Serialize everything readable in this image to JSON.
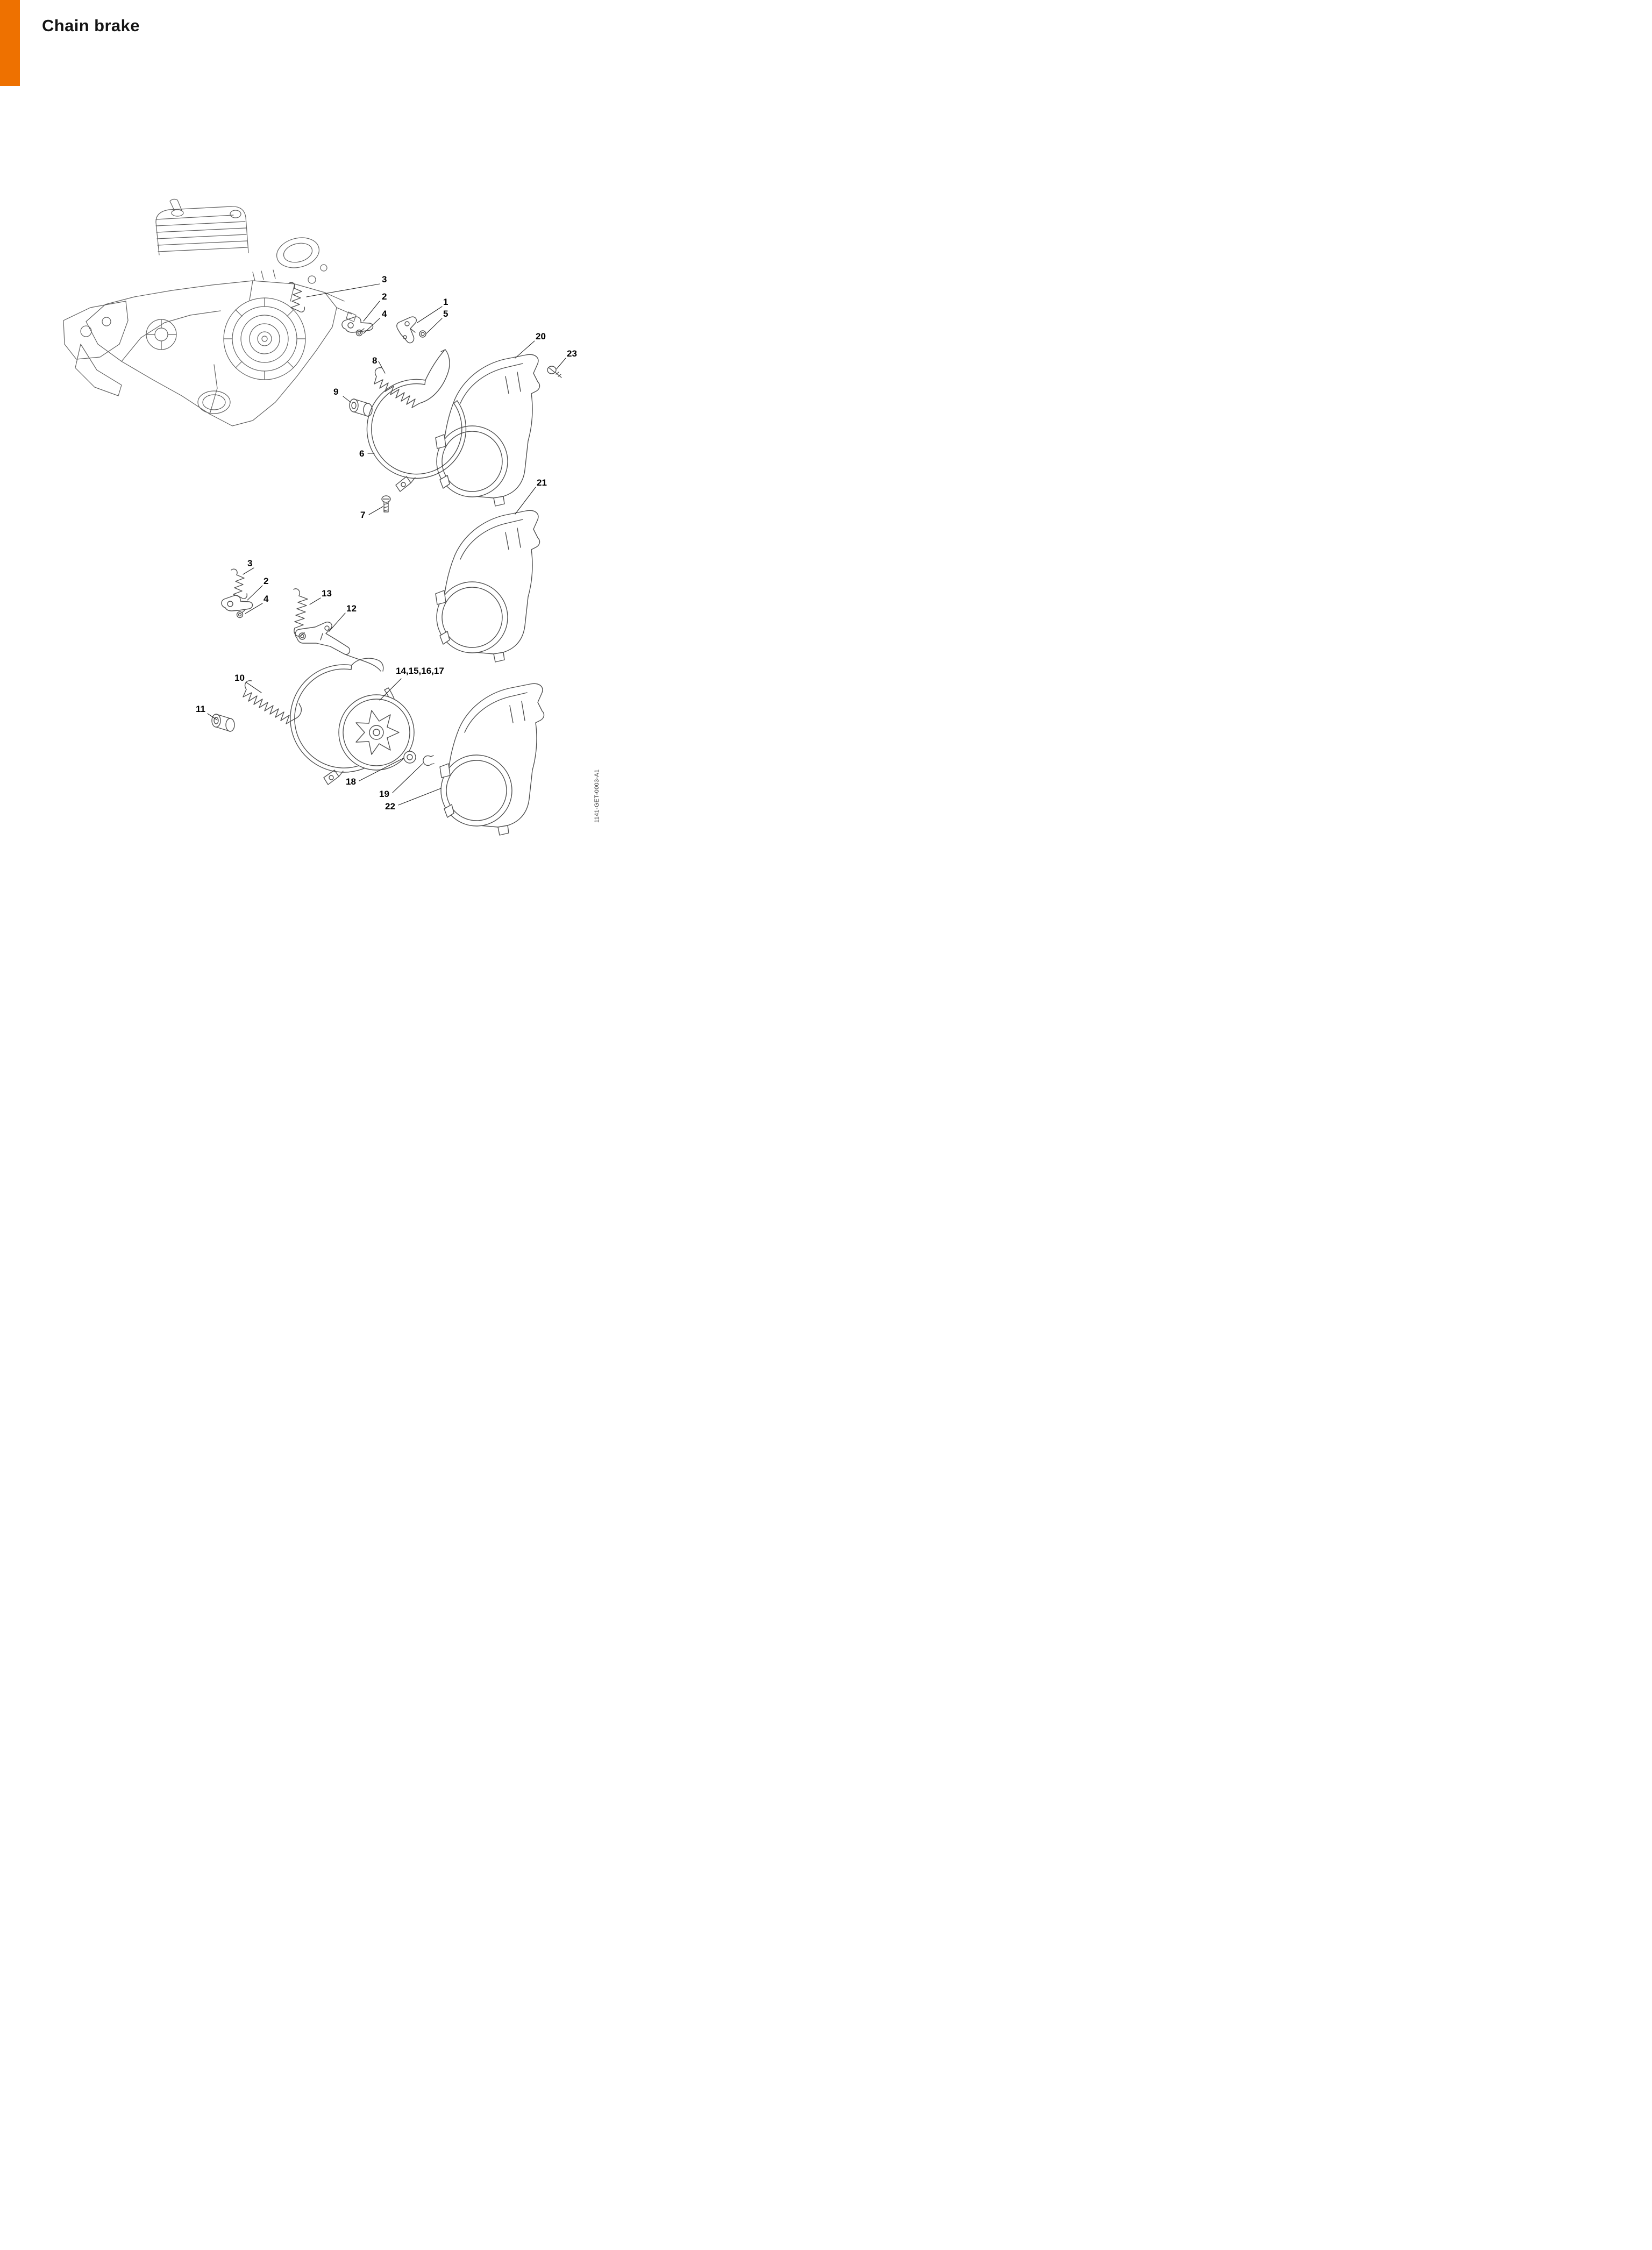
{
  "page": {
    "title": "Chain brake",
    "doc_code": "1141-GET-0003-A1"
  },
  "theme": {
    "accent_orange": "#ee7100",
    "ink": "#141414",
    "line_gray": "#4e4e4e"
  },
  "callouts": [
    "3",
    "2",
    "4",
    "1",
    "5",
    "20",
    "23",
    "8",
    "9",
    "6",
    "7",
    "21",
    "3",
    "2",
    "4",
    "13",
    "12",
    "10",
    "11",
    "14,15,16,17",
    "18",
    "19",
    "22"
  ]
}
